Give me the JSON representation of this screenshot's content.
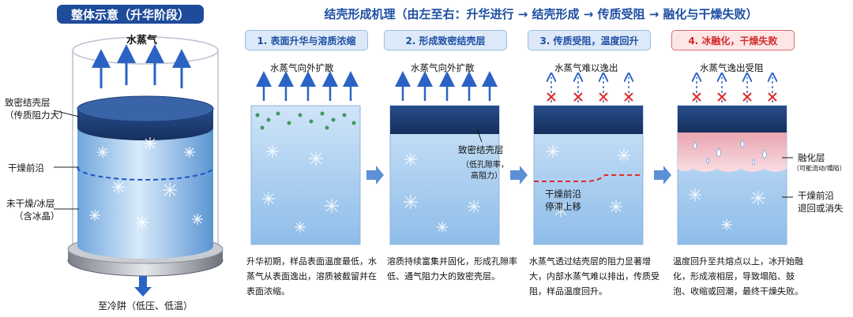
{
  "overview": {
    "title": "整体示意（升华阶段）",
    "vapor_label": "水蒸气",
    "shell_label_1": "致密结壳层",
    "shell_label_2": "（传质阻力大）",
    "front_label": "干燥前沿",
    "ice_label_1": "未干燥/冰层",
    "ice_label_2": "（含冰晶）",
    "condenser_label": "至冷阱（低压、低温）"
  },
  "mechanism": {
    "title": "结壳形成机理（由左至右：升华进行 → 结壳形成 → 传质受阻 → 融化与干燥失败）",
    "stages": [
      {
        "step": "1. 表面升华与溶质浓缩",
        "top_label": "水蒸气向外扩散",
        "desc": "升华初期，样品表面温度最低，水蒸气从表面逸出，溶质被截留并在表面浓缩。"
      },
      {
        "step": "2. 形成致密结壳层",
        "top_label": "水蒸气向外扩散",
        "callout_1": "致密结壳层",
        "callout_2": "（低孔隙率，",
        "callout_3": "高阻力）",
        "desc": "溶质持续富集并固化，形成孔隙率低、通气阻力大的致密壳层。"
      },
      {
        "step": "3. 传质受阻，温度回升",
        "top_label": "水蒸气难以逸出",
        "callout_1": "干燥前沿",
        "callout_2": "停滞上移",
        "desc": "水蒸气透过结壳层的阻力显著增大，内部水蒸气难以排出，传质受阻，样品温度回升。"
      },
      {
        "step": "4. 冰融化，干燥失败",
        "top_label": "水蒸气逸出受阻",
        "callout_1": "融化层",
        "callout_2": "（可能流动/塌陷）",
        "callout_3": "干燥前沿",
        "callout_4": "退回或消失",
        "desc": "温度回升至共熔点以上，冰开始融化，形成液相层，导致塌陷、鼓泡、收缩或回潮，最终干燥失败。"
      }
    ]
  },
  "colors": {
    "primary_blue": "#1e4fa3",
    "shell_navy": "#1d3f78",
    "ice_blue": "#9dc6ee",
    "melt_pink": "#f3bcc4",
    "fail_red": "#e02b2b"
  }
}
